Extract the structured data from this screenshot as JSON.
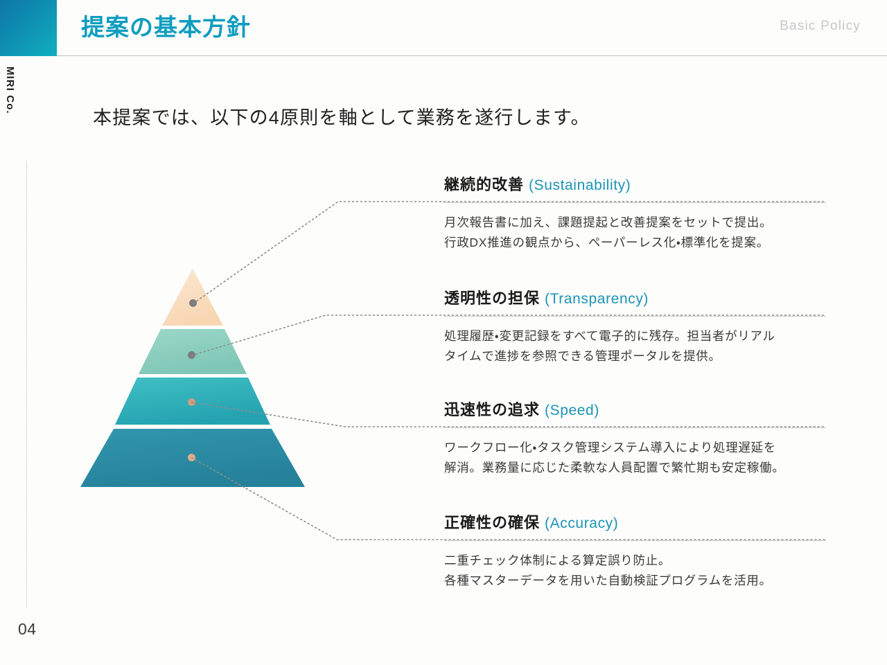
{
  "header": {
    "title": "提案の基本方針",
    "eyebrow": "Basic Policy"
  },
  "rail": {
    "brand": "MIRI Co.",
    "page_number": "04"
  },
  "lead": {
    "text": "本提案では、以下の4原則を軸として業務を遂行します。"
  },
  "colors": {
    "accent_teal": "#0e9dc0",
    "heading_en": "#1b93b5",
    "tier_1": "#fae1c6",
    "tier_2": "#8fcfc0",
    "tier_3": "#2fb0b8",
    "tier_4": "#2a8ba5",
    "dot_gray": "#7c7c7c",
    "dot_tan": "#d9a882",
    "rule_gray": "#9a9a9a"
  },
  "pyramid": {
    "tiers": [
      {
        "name": "tier-sustainability",
        "fill_top": "#fbe6d2",
        "fill_bottom": "#f8d8b6",
        "label_ref": "継続的改善"
      },
      {
        "name": "tier-transparency",
        "fill_top": "#9ad6c6",
        "fill_bottom": "#83c8b9",
        "label_ref": "透明性の担保"
      },
      {
        "name": "tier-speed",
        "fill_top": "#3cbcc2",
        "fill_bottom": "#28a5b2",
        "label_ref": "迅速性の追求"
      },
      {
        "name": "tier-accuracy",
        "fill_top": "#2f93ab",
        "fill_bottom": "#27839d",
        "label_ref": "正確性の確保"
      }
    ]
  },
  "principles": [
    {
      "id": "sustainability",
      "ja": "継続的改善",
      "en": "(Sustainability)",
      "body_lines": [
        "月次報告書に加え、課題提起と改善提案をセットで提出。",
        "行政DX推進の観点から、ペーパーレス化・標準化を提案。"
      ]
    },
    {
      "id": "transparency",
      "ja": "透明性の担保",
      "en": "(Transparency)",
      "body_lines": [
        "処理履歴・変更記録をすべて電子的に残存。担当者がリアル",
        "タイムで進捗を参照できる管理ポータルを提供。"
      ]
    },
    {
      "id": "speed",
      "ja": "迅速性の追求",
      "en": "(Speed)",
      "body_lines": [
        "ワークフロー化・タスク管理システム導入により処理遅延を",
        "解消。業務量に応じた柔軟な人員配置で繁忙期も安定稼働。"
      ]
    },
    {
      "id": "accuracy",
      "ja": "正確性の確保",
      "en": "(Accuracy)",
      "body_lines": [
        "二重チェック体制による算定誤り防止。",
        "各種マスターデータを用いた自動検証プログラムを活用。"
      ]
    }
  ]
}
